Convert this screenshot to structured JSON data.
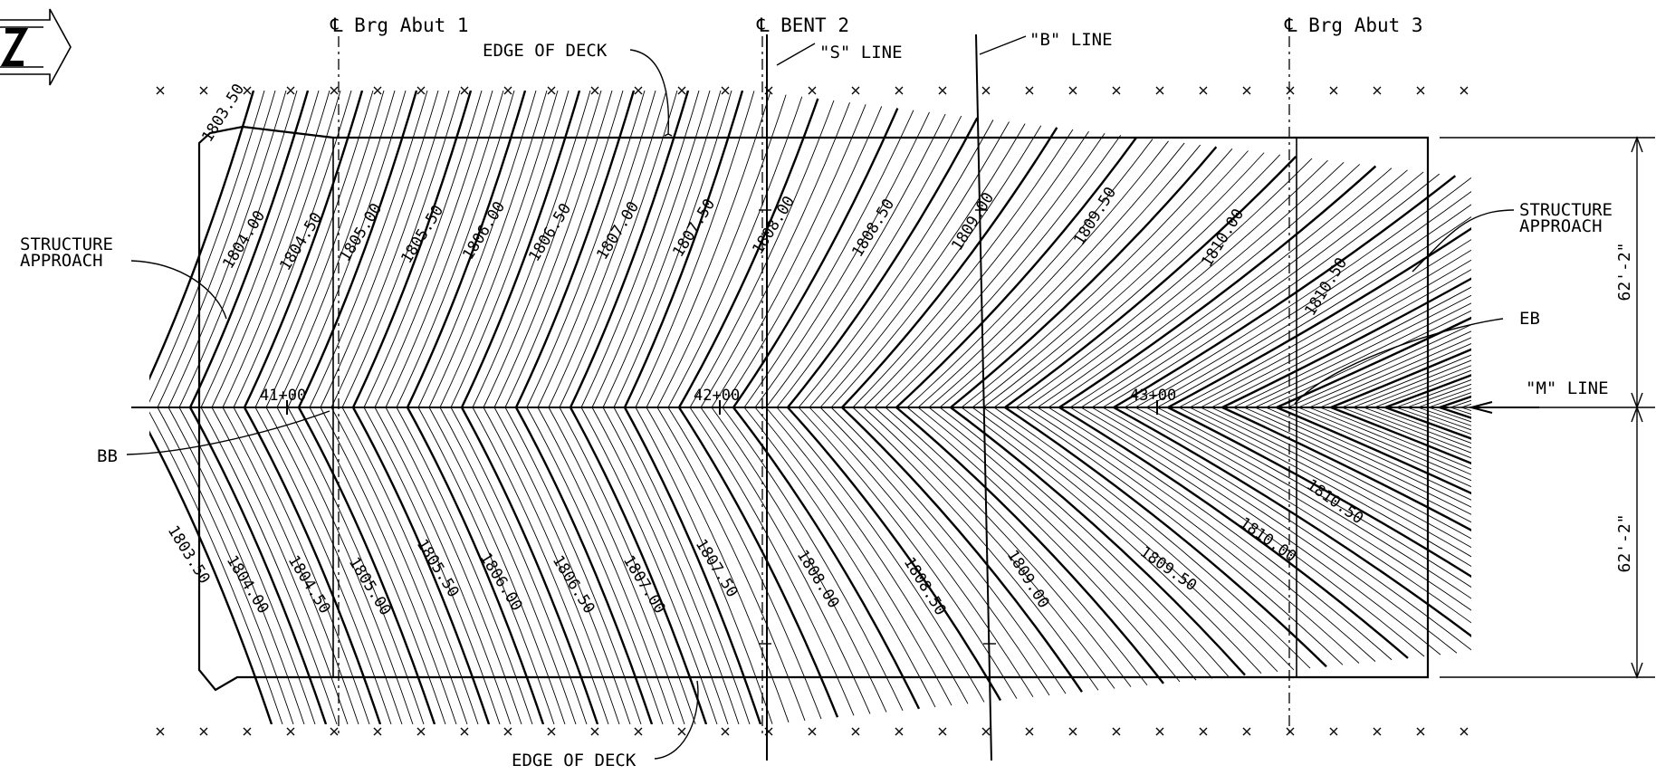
{
  "colors": {
    "ink": "#000000",
    "background": "#ffffff"
  },
  "icons": [
    "north-arrow-icon",
    "centerline-symbol-icon"
  ],
  "centerlines": {
    "abut1": "℄ Brg Abut 1",
    "bent2": "℄ BENT 2",
    "abut3": "℄ Brg Abut 3"
  },
  "lines": {
    "s_line": "\"S\" LINE",
    "b_line": "\"B\" LINE",
    "m_line": "\"M\" LINE"
  },
  "labels": {
    "edge_of_deck_top": "EDGE OF DECK",
    "edge_of_deck_bottom": "EDGE OF DECK",
    "structure_approach_left_1": "STRUCTURE",
    "structure_approach_left_2": "APPROACH",
    "structure_approach_right_1": "STRUCTURE",
    "structure_approach_right_2": "APPROACH",
    "bb": "BB",
    "eb": "EB"
  },
  "stations": [
    "41+00",
    "42+00",
    "43+00"
  ],
  "dimensions": {
    "upper": "62'-2\"",
    "lower": "62'-2\""
  },
  "contours_top": [
    "1803.50",
    "1804.00",
    "1804.50",
    "1805.00",
    "1805.50",
    "1806.00",
    "1806.50",
    "1807.00",
    "1807.50",
    "1808.00",
    "1808.50",
    "1809.00",
    "1809.50",
    "1810.00",
    "1810.50"
  ],
  "contours_bottom": [
    "1803.50",
    "1804.00",
    "1804.50",
    "1805.00",
    "1805.50",
    "1806.00",
    "1806.50",
    "1807.00",
    "1807.50",
    "1808.00",
    "1808.50",
    "1809.00",
    "1809.50",
    "1810.00",
    "1810.50"
  ]
}
